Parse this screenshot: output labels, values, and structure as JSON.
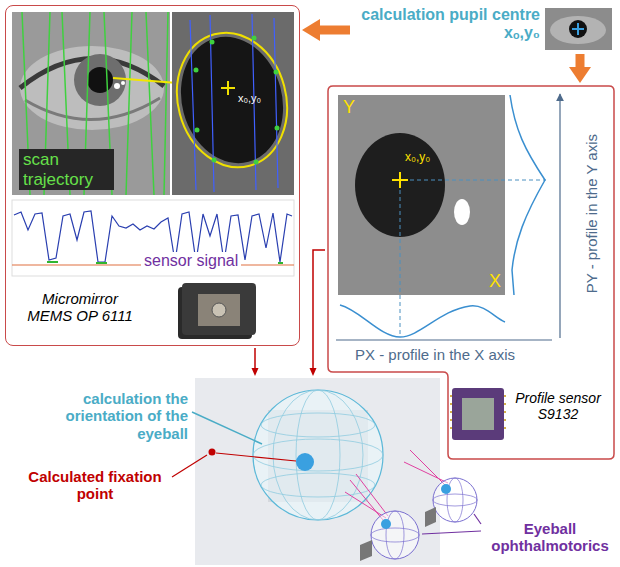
{
  "diagram": {
    "nodes": [
      {
        "text": [
          "scan trajectory",
          "x₀,y₀",
          "sensor signal",
          "Micromirror MEMS OP 6111"
        ]
      },
      {
        "text": [
          "calculation pupil centre xₒ,y₀"
        ]
      },
      {
        "text": [
          "Y",
          "x₀,y₀",
          "X",
          "PY - profile in the Y axis",
          "PX - profile in the X axis",
          "Profile sensor S9132"
        ]
      },
      {
        "text": [
          "calculation the orientation of the eyeball"
        ]
      }
    ],
    "edges": [
      {
        "from": 1,
        "to": 0,
        "arrow": "to"
      },
      {
        "from": 1,
        "to": 2,
        "arrow": "to"
      },
      {
        "from": 0,
        "to": 3,
        "arrow": "to"
      },
      {
        "from": 2,
        "to": 3,
        "arrow": "to"
      }
    ],
    "labels": [
      "Calculated fixation point",
      "Eyeball ophthalmotorics"
    ]
  }
}
